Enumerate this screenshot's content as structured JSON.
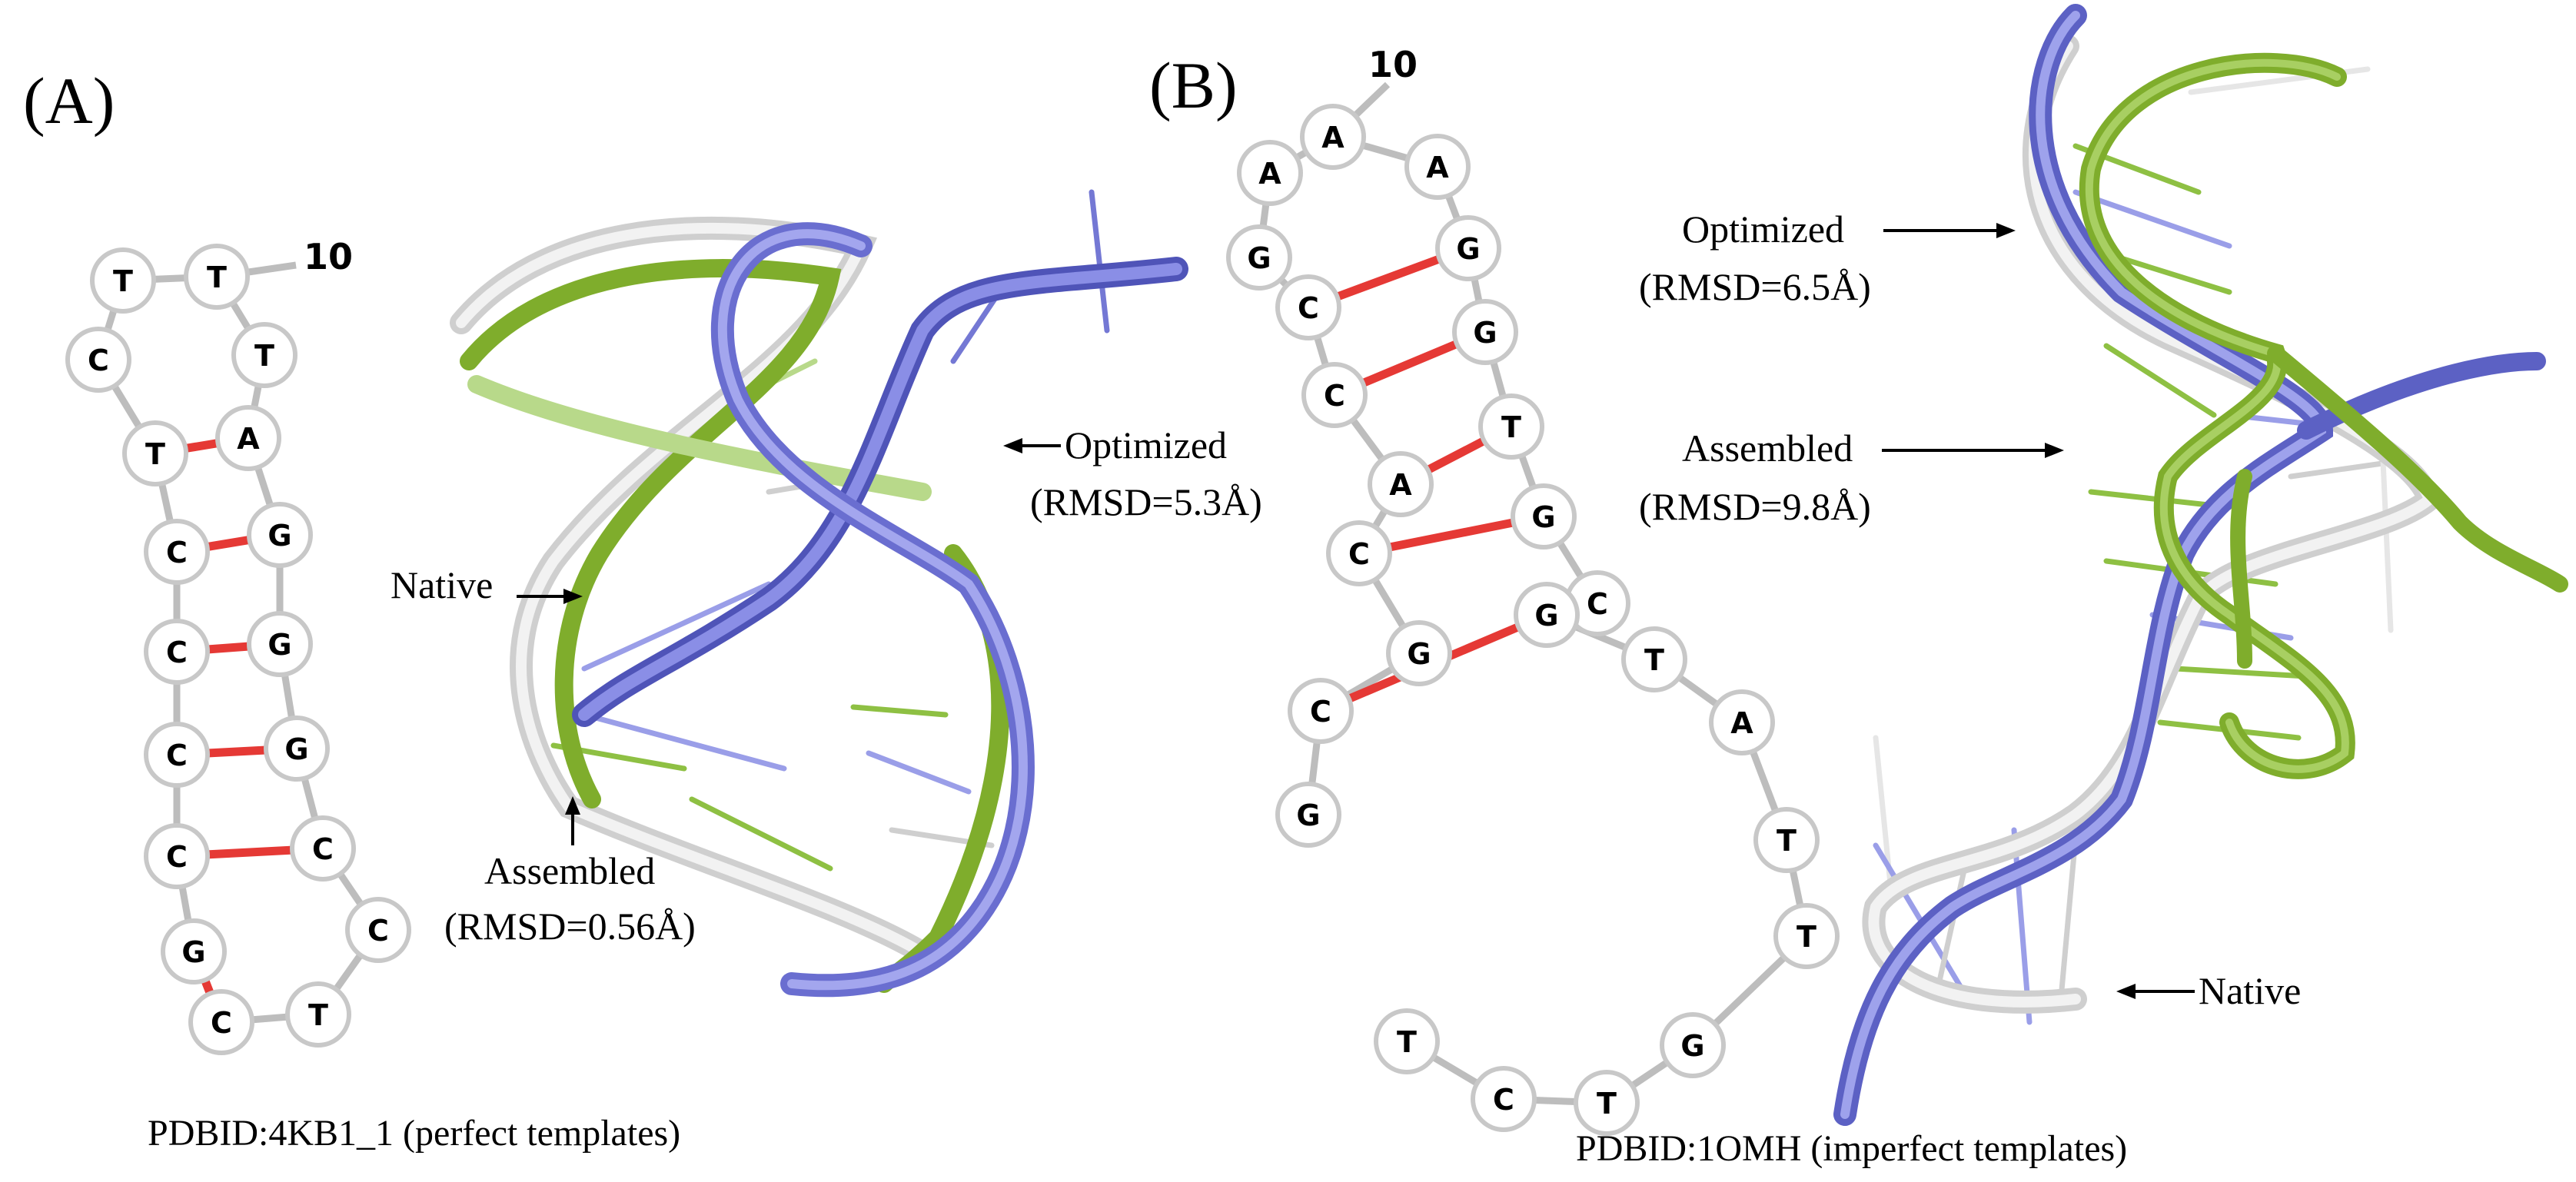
{
  "panel_a": {
    "label": "(A)",
    "sequence_number": "10",
    "bases": [
      "G",
      "C",
      "C",
      "C",
      "C",
      "T",
      "C",
      "T",
      "T",
      "T",
      "A",
      "G",
      "G",
      "G",
      "C",
      "C",
      "T",
      "C"
    ],
    "annotations": {
      "optimized": "Optimized",
      "optimized_rmsd": "(RMSD=5.3Å)",
      "native": "Native",
      "assembled": "Assembled",
      "assembled_rmsd": "(RMSD=0.56Å)"
    },
    "caption": "PDBID:4KB1_1 (perfect templates)"
  },
  "panel_b": {
    "label": "(B)",
    "sequence_number": "10",
    "bases": [
      "G",
      "C",
      "G",
      "C",
      "A",
      "C",
      "C",
      "G",
      "A",
      "A",
      "A",
      "G",
      "G",
      "T",
      "G",
      "C",
      "G",
      "T",
      "A",
      "T",
      "T",
      "G",
      "T",
      "C",
      "T"
    ],
    "annotations": {
      "optimized": "Optimized",
      "optimized_rmsd": "(RMSD=6.5Å)",
      "assembled": "Assembled",
      "assembled_rmsd": "(RMSD=9.8Å)",
      "native": "Native"
    },
    "caption": "PDBID:1OMH (imperfect templates)"
  },
  "colors": {
    "native": "#d9d9d9",
    "optimized": "#7478d4",
    "assembled": "#7fad2c",
    "base_pair": "#e53935",
    "backbone": "#bdbdbd",
    "node_stroke": "#c8c8c8"
  }
}
